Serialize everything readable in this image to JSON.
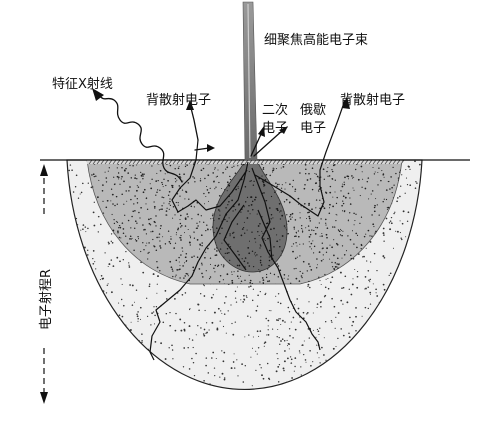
{
  "labels": {
    "beam": "细聚焦高能电子束",
    "xray": "特征X射线",
    "backscatter_left": "背散射电子",
    "backscatter_right": "背散射电子",
    "secondary_line1": "二次",
    "secondary_line2": "电子",
    "auger_line1": "俄歇",
    "auger_line2": "电子",
    "range": "电子射程R"
  },
  "colors": {
    "outer_zone": "#efefef",
    "middle_zone": "#b9b9b9",
    "core_zone": "#6f6f6f",
    "beam": "#8a8a8a",
    "ink": "#111111"
  }
}
